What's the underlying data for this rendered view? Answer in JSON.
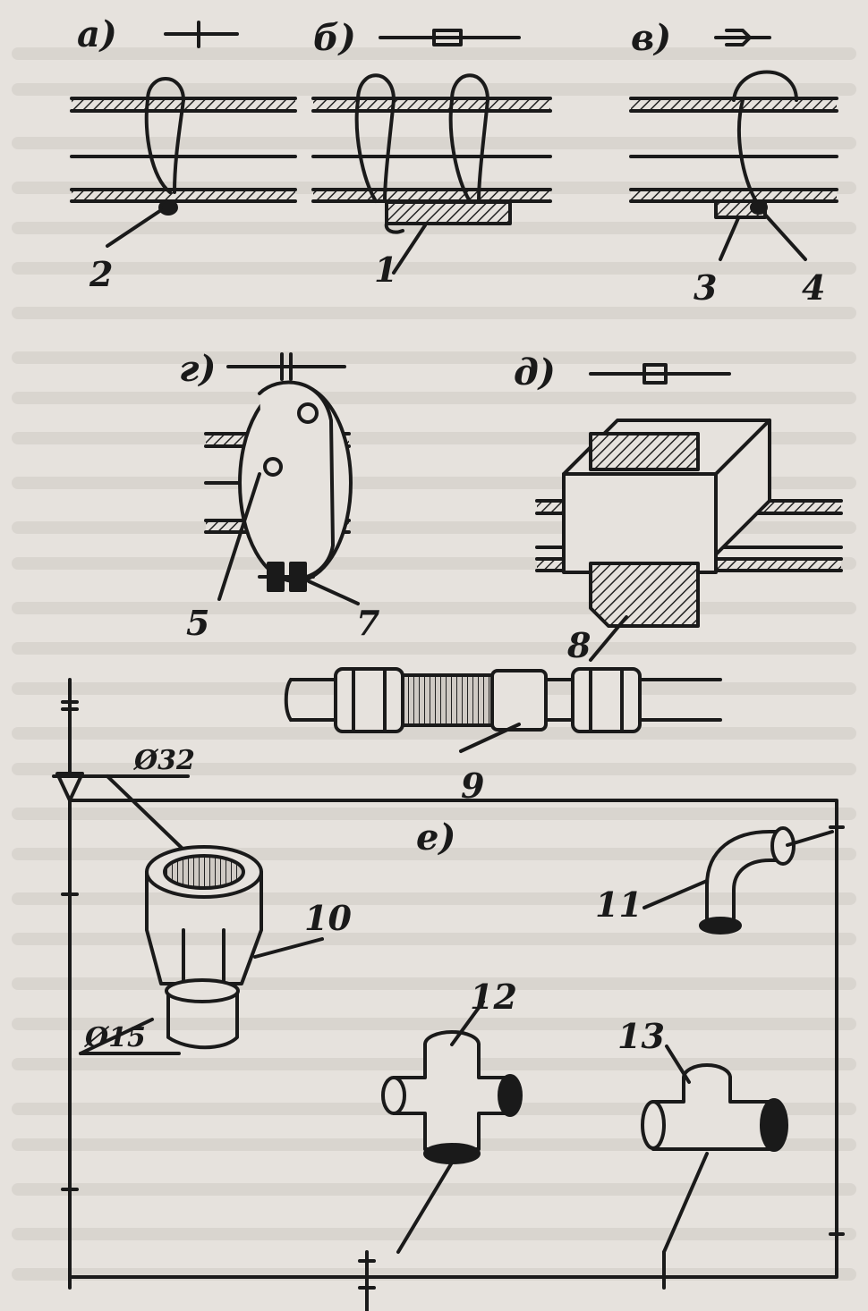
{
  "panels": {
    "a": "а)",
    "b": "б)",
    "v": "в)",
    "g": "г)",
    "d": "д)",
    "e": "е)"
  },
  "callouts": {
    "n1": "1",
    "n2": "2",
    "n3": "3",
    "n4": "4",
    "n5": "5",
    "n7": "7",
    "n8": "8",
    "n9": "9",
    "n10": "10",
    "n11": "11",
    "n12": "12",
    "n13": "13"
  },
  "dimensions": {
    "d32": "Ø32",
    "d15": "Ø15"
  },
  "colors": {
    "ink": "#1a1a1a",
    "paper": "#e6e2dd",
    "hatch": "#2a2a2a"
  }
}
